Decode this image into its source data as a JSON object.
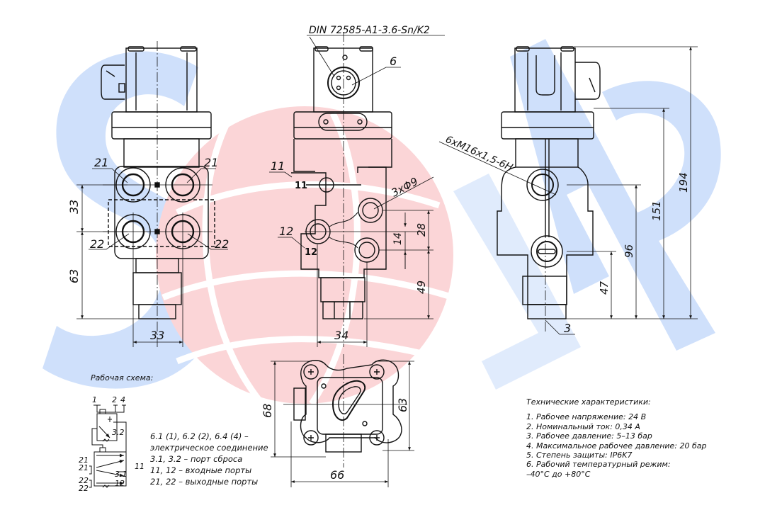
{
  "watermark": {
    "brand_letters": "SORL",
    "blue": "#cfe0fb",
    "red": "#fbd5d7"
  },
  "colors": {
    "line": "#111111",
    "background": "#ffffff"
  },
  "views": {
    "front": {
      "callouts": {
        "top_left": "21",
        "top_right": "21",
        "bottom_left": "22",
        "bottom_right": "22"
      },
      "dimensions": {
        "port_spacing_vertical": "33",
        "lower_height": "63",
        "port_spacing_horizontal": "33"
      }
    },
    "side": {
      "connector_standard": "DIN 72585-A1-3.6-Sn/K2",
      "callouts": {
        "connector": "6",
        "inlet_11": "11",
        "inlet_12": "12"
      },
      "port_marks": {
        "inlet_11": "11",
        "inlet_12": "12"
      },
      "hole_note": "3xΦ9",
      "dimensions": {
        "d28": "28",
        "d14": "14",
        "d49": "49",
        "width": "34"
      }
    },
    "rear": {
      "thread_note": "6xM16x1,5-6H",
      "callouts": {
        "exhaust": "3"
      },
      "dimensions": {
        "d194": "194",
        "d151": "151",
        "d96": "96",
        "d47": "47"
      }
    },
    "bottom": {
      "dimensions": {
        "d68": "68",
        "d63": "63",
        "d66": "66"
      }
    }
  },
  "schematic": {
    "title": "Рабочая схема:",
    "port_labels": {
      "p1": "1",
      "p2": "2",
      "p4": "4",
      "p32": "3.2",
      "p21a": "21",
      "p21b": "21",
      "p22a": "22",
      "p22b": "22",
      "p11": "11",
      "p31": "3.1",
      "p12": "12"
    },
    "legend": [
      "6.1 (1), 6.2 (2), 6.4 (4) –",
      "электрическое соединение",
      "3.1, 3.2 – порт сброса",
      "11, 12 – входные порты",
      "21, 22 – выходные порты"
    ]
  },
  "specs": {
    "title": "Технические характеристики:",
    "items": [
      "1. Рабочее напряжение: 24 В",
      "2. Номинальный ток: 0,34 А",
      "3. Рабочее давление: 5–13 бар",
      "4. Максимальное рабочее давление: 20 бар",
      "5. Степень защиты: IP6K7",
      "6. Рабочий температурный режим:",
      "–40°С до +80°С"
    ]
  }
}
